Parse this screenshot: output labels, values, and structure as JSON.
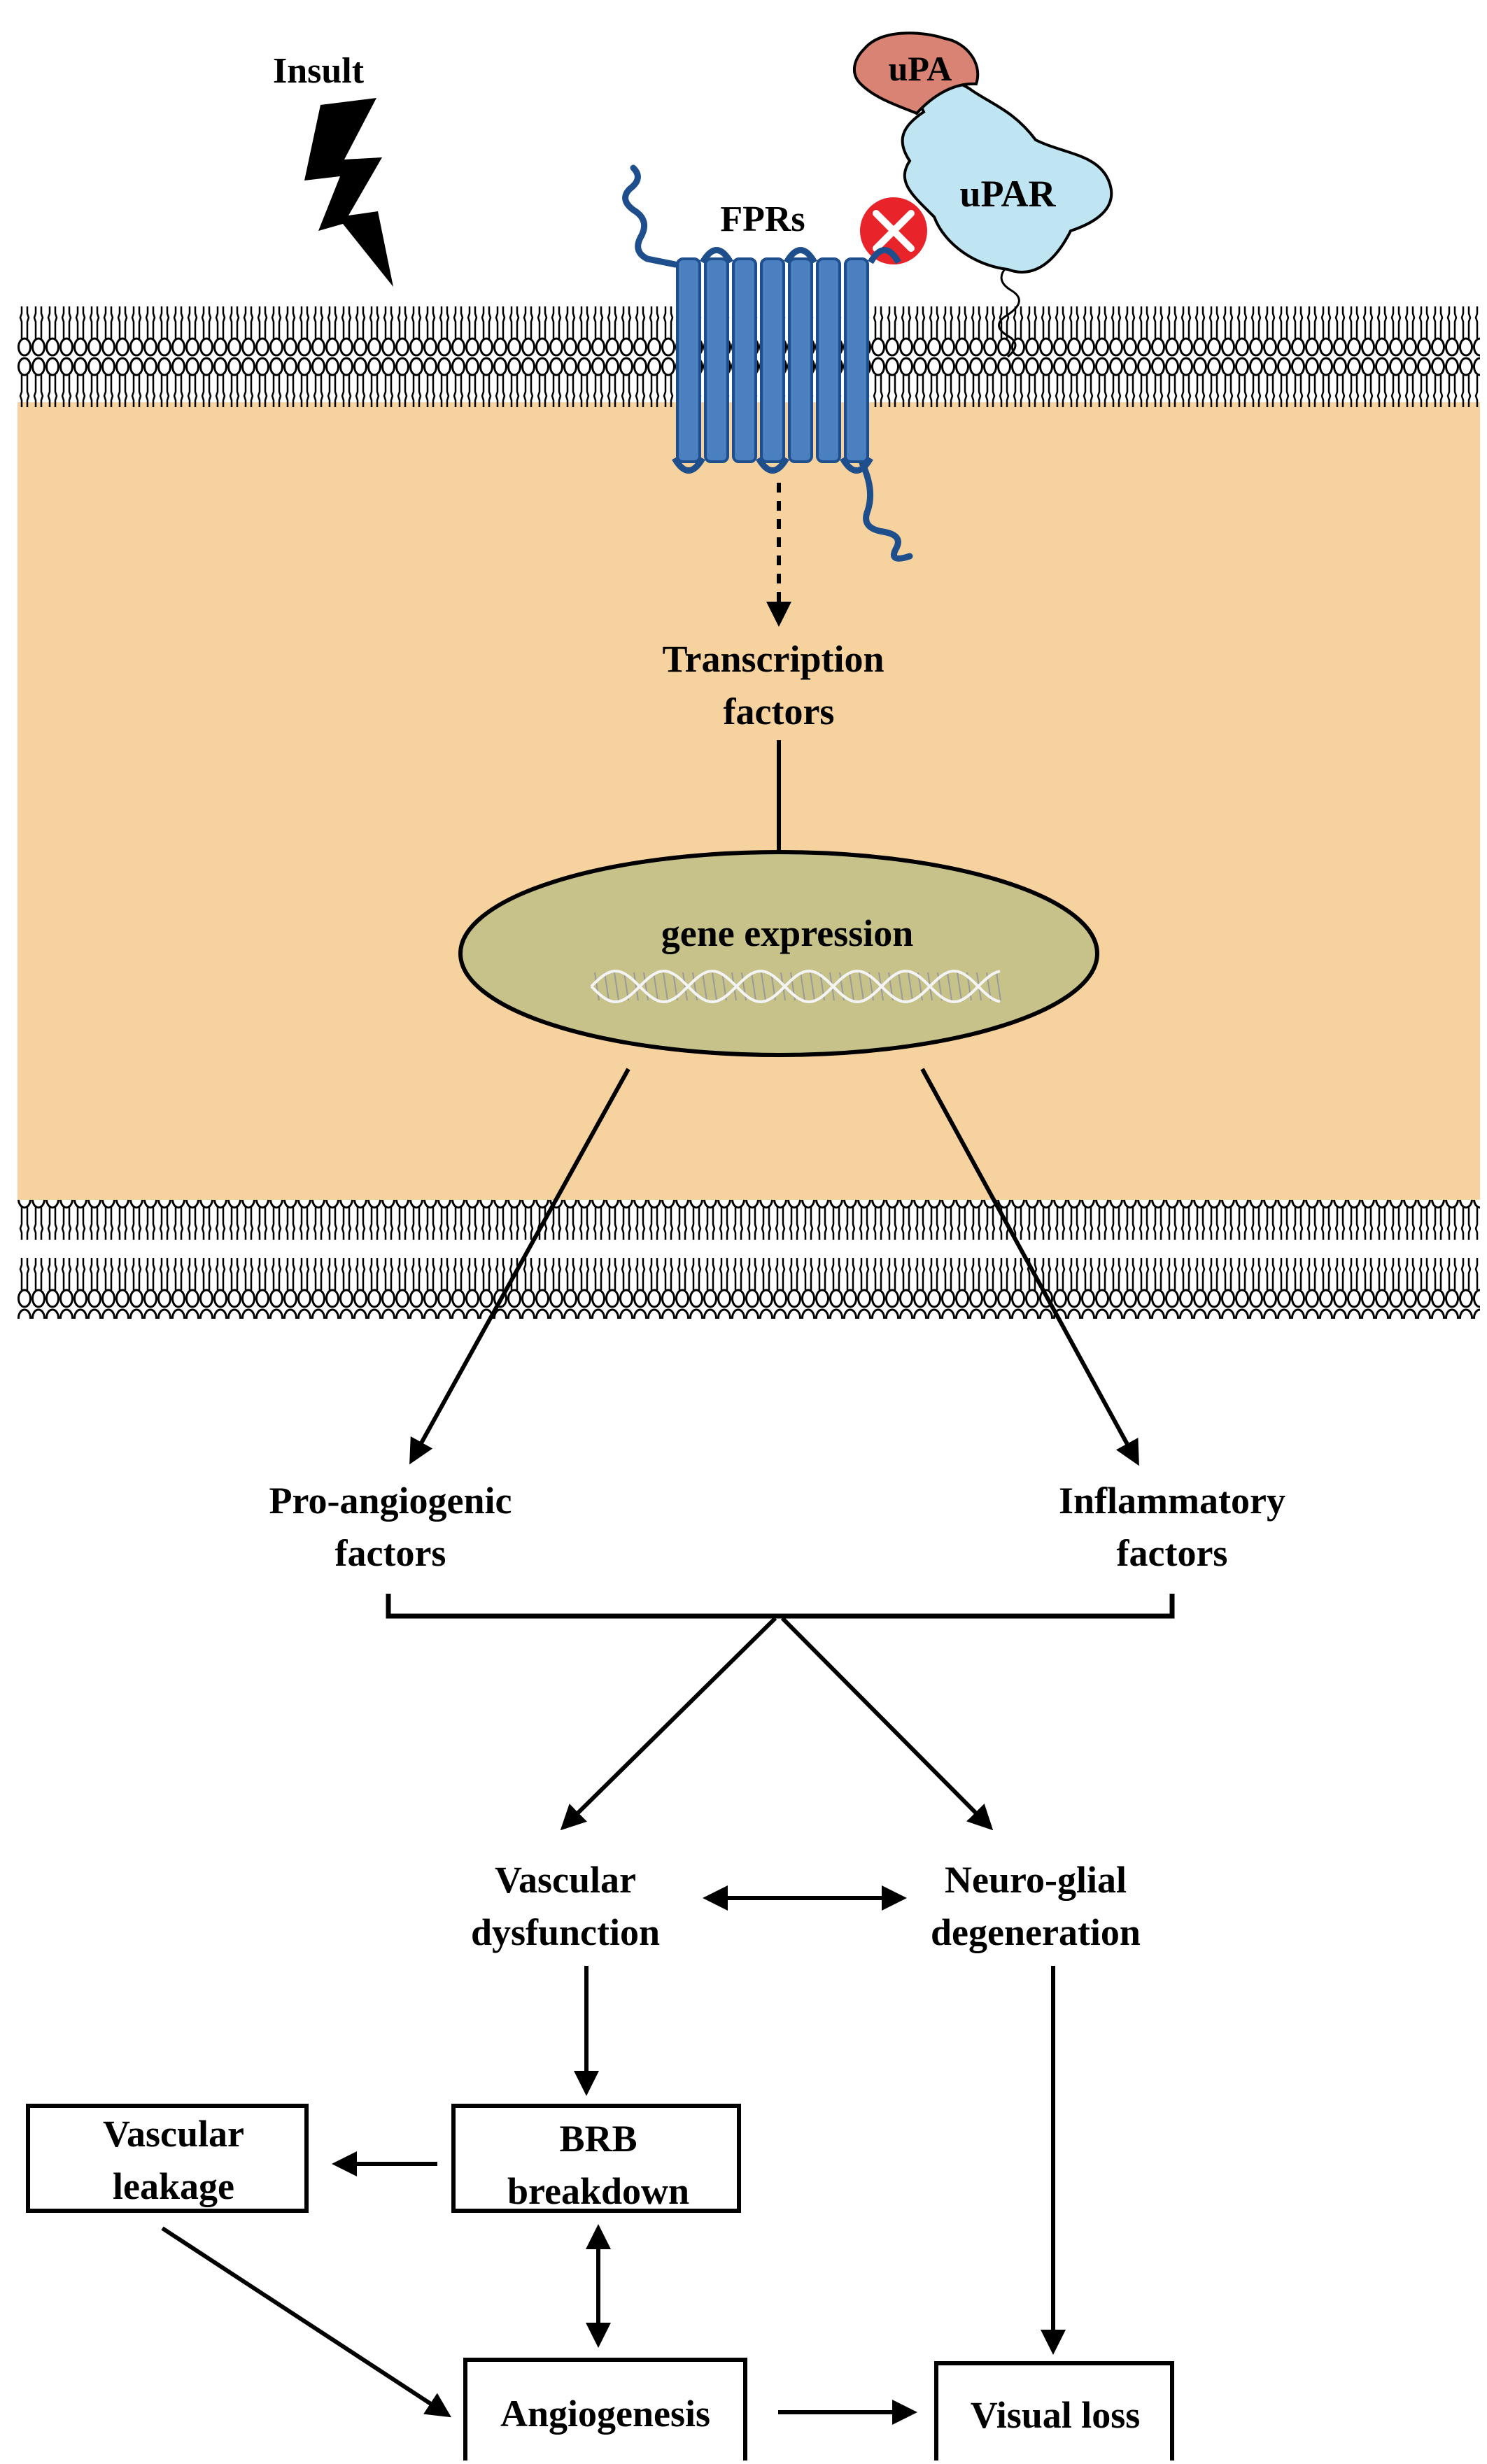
{
  "labels": {
    "insult": "Insult",
    "upa": "uPA",
    "upar": "uPAR",
    "fprs": "FPRs",
    "transcription_line1": "Transcription",
    "transcription_line2": "factors",
    "gene_expression": "gene expression",
    "proangio_line1": "Pro-angiogenic",
    "proangio_line2": "factors",
    "inflam_line1": "Inflammatory",
    "inflam_line2": "factors",
    "vascdys_line1": "Vascular",
    "vascdys_line2": "dysfunction",
    "neuro_line1": "Neuro-glial",
    "neuro_line2": "degeneration",
    "brb_line1": "BRB",
    "brb_line2": "breakdown",
    "leak_line1": "Vascular",
    "leak_line2": "leakage",
    "angiogenesis": "Angiogenesis",
    "visual_loss": "Visual loss"
  },
  "colors": {
    "cytoplasm": "#f5d29e",
    "nucleus": "#c6c28a",
    "receptor": "#4a7fc0",
    "receptor_outline": "#1f4e8c",
    "upa": "#d98374",
    "upar": "#bfe4f2",
    "inhibit": "#e8232a"
  }
}
